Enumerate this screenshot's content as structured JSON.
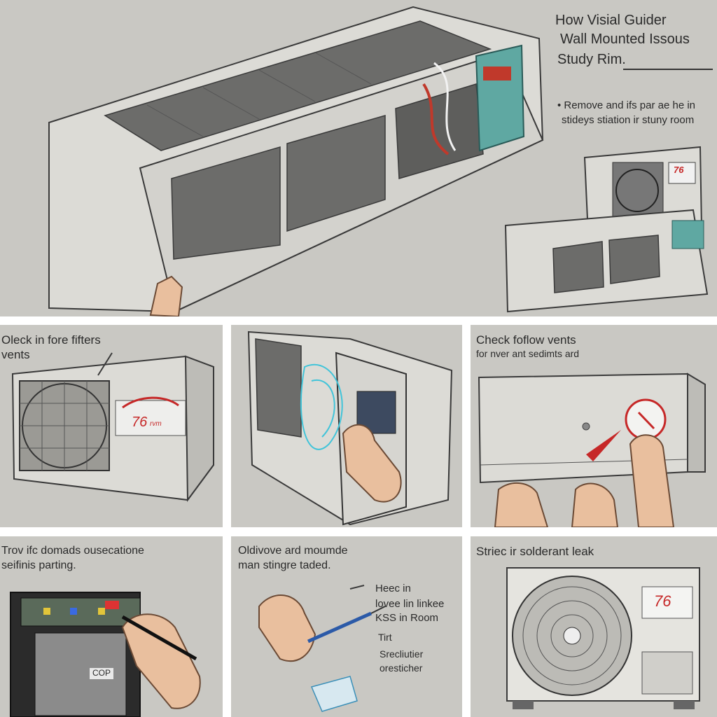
{
  "top": {
    "title_lines": [
      "How Visial Guider",
      "Wall Mounted Issous",
      "Study Rim."
    ],
    "bullet_lines": [
      "• Remove and ifs par ae he in",
      "stideys stiation ir stuny room"
    ],
    "badge": "76"
  },
  "panel1": {
    "lines": [
      "Oleck in fore fifters",
      "vents"
    ],
    "badge": "76",
    "badge_sub": "rvm"
  },
  "panel2": {
    "lines": []
  },
  "panel3": {
    "lines": [
      "Check foflow vents",
      "for nver ant sedimts ard"
    ]
  },
  "panel4": {
    "lines": [
      "Trov ifc domads ousecatione",
      "seifinis parting."
    ],
    "screen_text": "COP"
  },
  "panel5": {
    "lines": [
      "Oldivove ard moumde",
      "man stingre taded."
    ],
    "note_lines": [
      "Heec in",
      "lovee lin linkee",
      "KSS in Room"
    ],
    "bullets": [
      "Tirt",
      "Srecliutier",
      "oresticher"
    ]
  },
  "panel6": {
    "lines": [
      "Striec ir solderant leak"
    ],
    "badge": "76"
  },
  "colors": {
    "panel_bg": "#c9c8c3",
    "accent_red": "#c62828",
    "teal": "#3e9c96",
    "skin": "#e9bf9e"
  }
}
